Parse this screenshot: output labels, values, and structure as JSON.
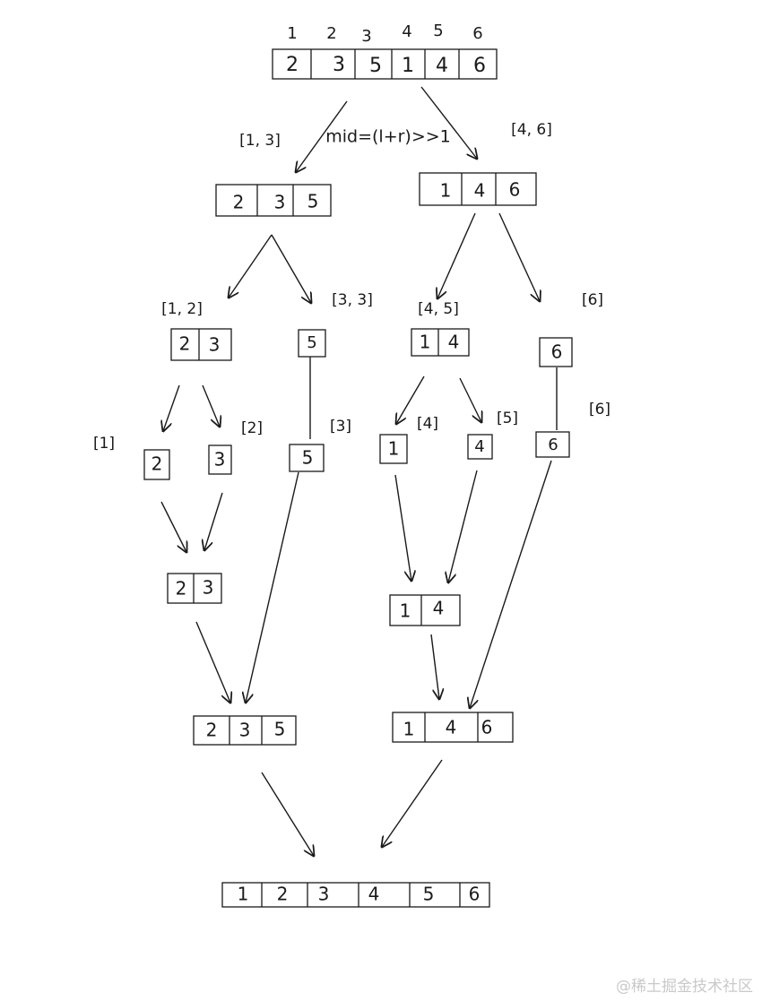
{
  "index_labels": [
    "1",
    "2",
    "3",
    "4",
    "5",
    "6"
  ],
  "root": [
    "2",
    "3",
    "5",
    "1",
    "4",
    "6"
  ],
  "mid_note": "mid=(l+r)>>1",
  "ranges": {
    "l1_left": "[1, 3]",
    "l1_right": "[4, 6]",
    "l2_left_left": "[1, 2]",
    "l2_left_right": "[3, 3]",
    "l2_right_left": "[4, 5]",
    "l2_right_right": "[6]",
    "l3_1": "[1]",
    "l3_2": "[2]",
    "l3_3": "[3]",
    "l3_4": "[4]",
    "l3_5": "[5]",
    "l3_6": "[6]"
  },
  "split": {
    "left": [
      "2",
      "3",
      "5"
    ],
    "right": [
      "1",
      "4",
      "6"
    ],
    "ll": [
      "2",
      "3"
    ],
    "lr": [
      "5"
    ],
    "rl": [
      "1",
      "4"
    ],
    "rr": [
      "6"
    ]
  },
  "leaves": [
    "2",
    "3",
    "5",
    "1",
    "4",
    "6"
  ],
  "merge": {
    "m23": [
      "2",
      "3"
    ],
    "m14": [
      "1",
      "4"
    ],
    "m235": [
      "2",
      "3",
      "5"
    ],
    "m146": [
      "1",
      "4",
      "6"
    ]
  },
  "final": [
    "1",
    "2",
    "3",
    "4",
    "5",
    "6"
  ],
  "watermark": "@稀土掘金技术社区",
  "colors": {
    "ink": "#1a1a1a",
    "paper": "#ffffff",
    "watermark": "#c9c9c9"
  }
}
